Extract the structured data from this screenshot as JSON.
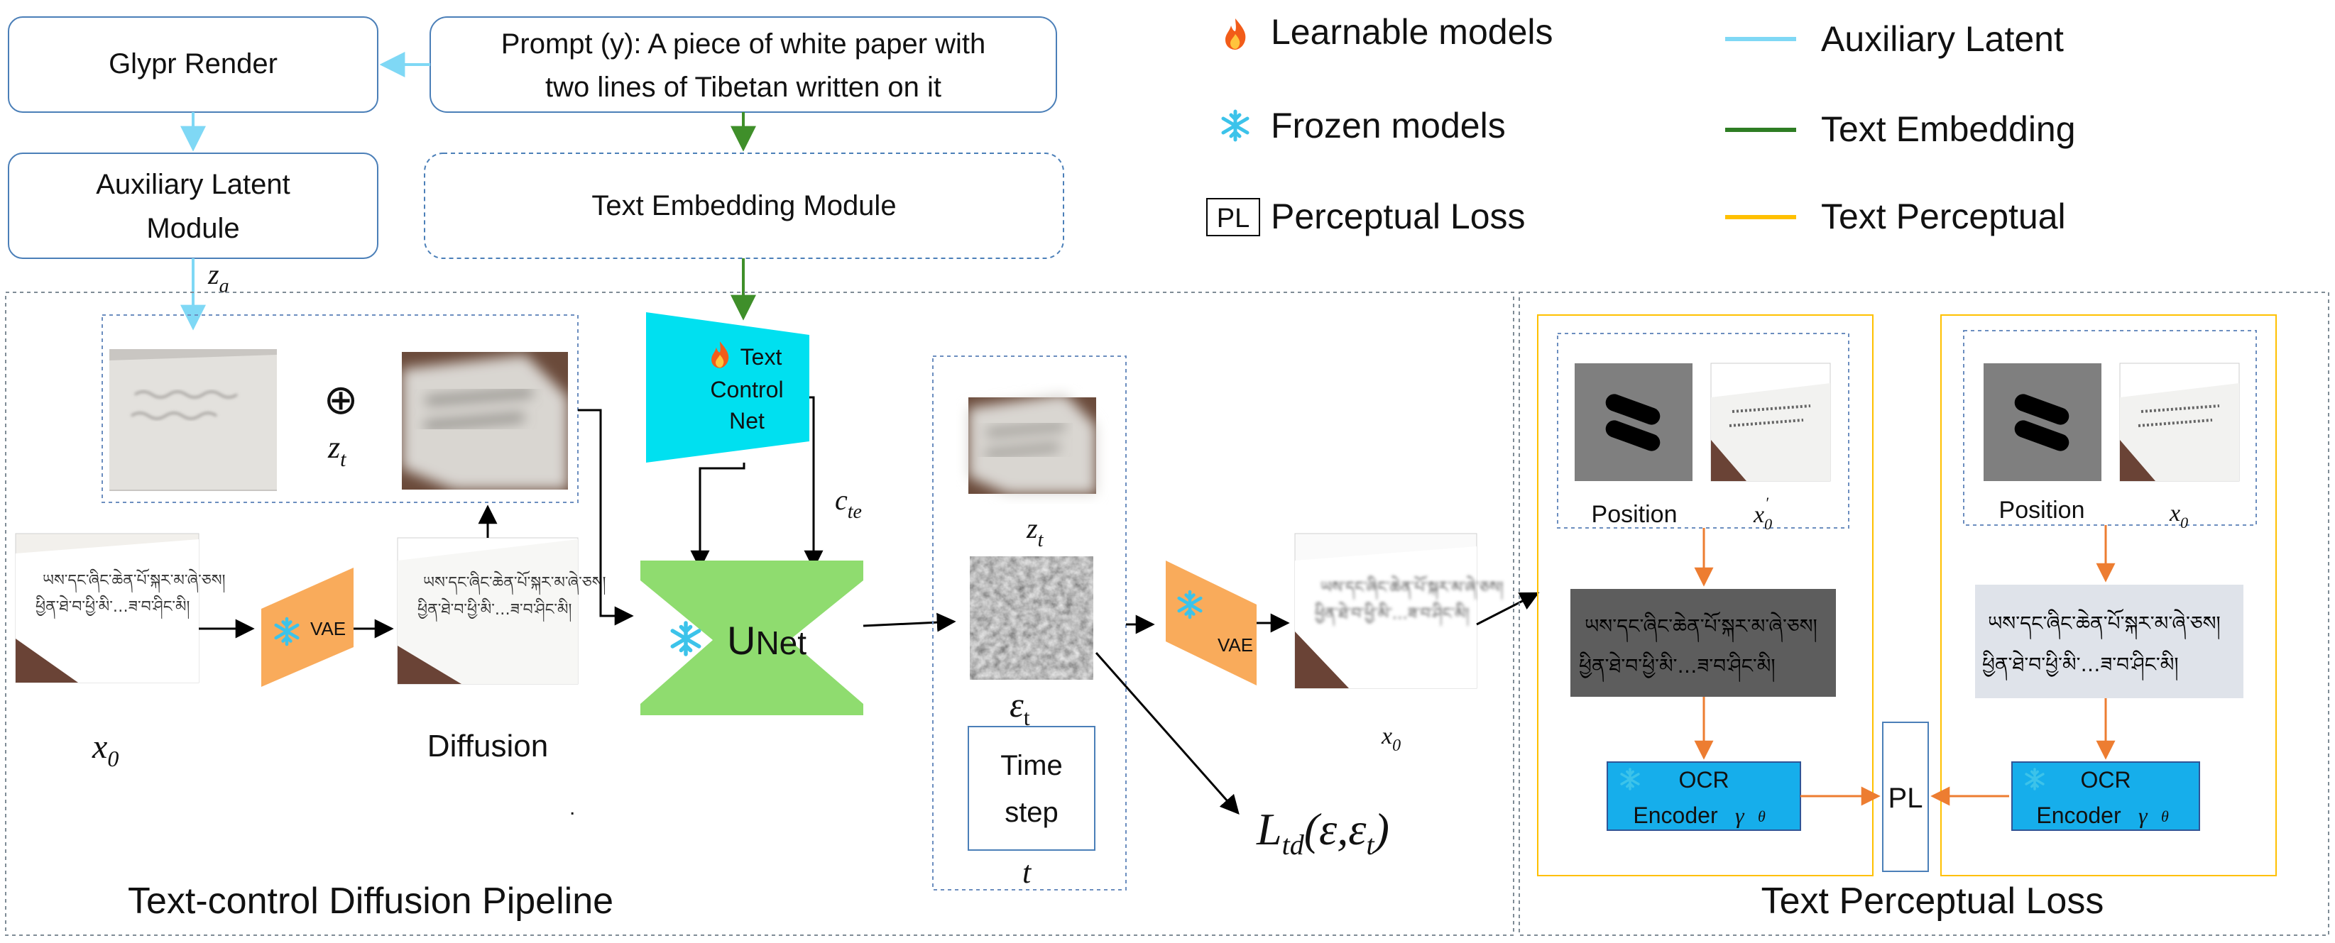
{
  "top": {
    "glyph_render": "Glypr Render",
    "prompt_line1": "Prompt (y): A piece of white paper with",
    "prompt_line2": "two lines of Tibetan written on it",
    "aux_module_line1": "Auxiliary Latent",
    "aux_module_line2": "Module",
    "text_embedding_module": "Text Embedding Module"
  },
  "legend": {
    "learnable": "Learnable models",
    "frozen": "Frozen models",
    "pl_box": "PL",
    "perceptual_loss": "Perceptual Loss",
    "aux_latent": "Auxiliary Latent",
    "text_embedding": "Text Embedding",
    "text_perceptual": "Text Perceptual",
    "colors": {
      "aux_latent": "#7fd8f5",
      "text_embedding": "#2e7d23",
      "text_perceptual": "#ffc000"
    }
  },
  "pipeline": {
    "title": "Text-control Diffusion Pipeline",
    "za": "z",
    "za_sub": "a",
    "oplus": "⊕",
    "zt": "z",
    "zt_sub": "t",
    "control_net_line1": "Text",
    "control_net_line2": "Control",
    "control_net_line3": "Net",
    "cte": "c",
    "cte_sub": "te",
    "vae_left": "VAE",
    "vae_right": "VAE",
    "unet_u": "U",
    "unet_rest": "Net",
    "x0_left": "x",
    "x0_left_sub": "0",
    "diffusion": "Diffusion",
    "zt_right": "z",
    "zt_right_sub": "t",
    "eps_t": "ε",
    "eps_t_sub": "t",
    "timestep_line1": "Time",
    "timestep_line2": "step",
    "t": "t",
    "x0_out": "x",
    "x0_out_sub": "0",
    "loss_L": "L",
    "loss_sub": "td",
    "loss_args": "(ε,ε",
    "loss_args_sub": "t",
    "loss_close": ")",
    "dot": "."
  },
  "perceptual": {
    "title": "Text Perceptual Loss",
    "position_left": "Position",
    "x0_prime": "x",
    "x0_prime_sub": "0",
    "x0_prime_sup": "′",
    "position_right": "Position",
    "x0_right": "x",
    "x0_right_sub": "0",
    "ocr_left_line1": "OCR",
    "ocr_left_line2": "Encoder",
    "ocr_left_gamma": "γ",
    "ocr_left_theta": "θ",
    "ocr_right_line1": "OCR",
    "ocr_right_line2": "Encoder",
    "ocr_right_gamma": "γ",
    "ocr_right_theta": "θ",
    "pl": "PL",
    "tibetan_line1": "ཡས་དང་ཞིང་ཆེན་པོ་སྐར་མ་ཞེ་ཅས།",
    "tibetan_line2": "ཕྱིན་ཐེ་བ་ཕྱི་མི་…ཟ་བ་ཤིང་མི།"
  },
  "icons": {
    "flame": "flame-icon",
    "snowflake": "snowflake-icon"
  }
}
